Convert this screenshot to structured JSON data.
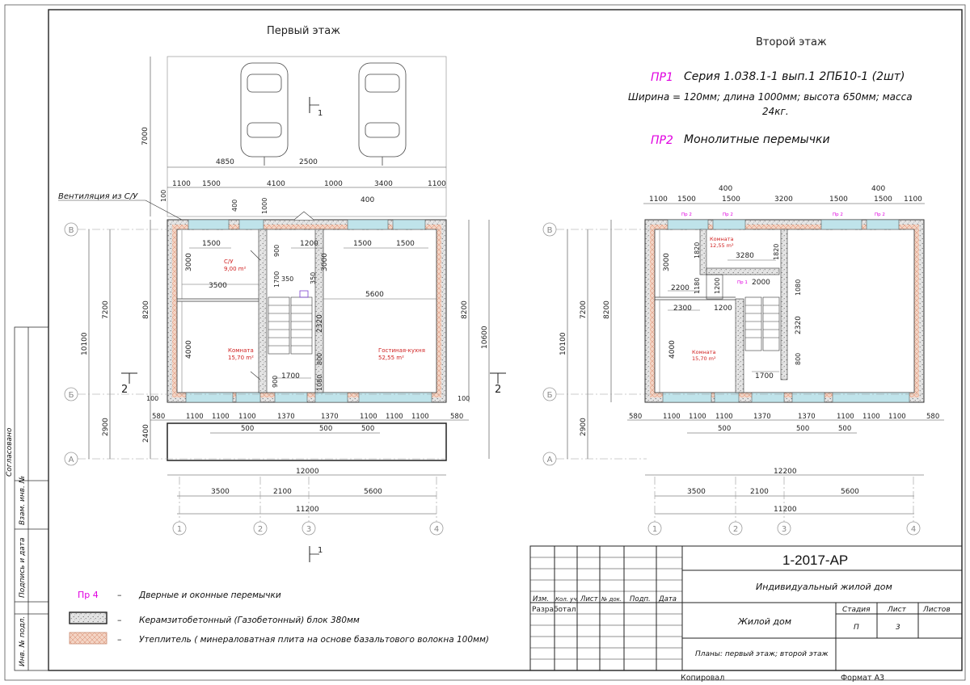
{
  "floor1": {
    "title": "Первый этаж",
    "vent_label": "Вентиляция из С/У",
    "rooms": {
      "su_name": "С/У",
      "su_area": "9,00 m²",
      "room_name": "Комната",
      "room_area": "15,70 m²",
      "living_name": "Гостиная-кухня",
      "living_area": "52,55 m²"
    },
    "dims": {
      "top_parking": "7000",
      "w4850": "4850",
      "w2500": "2500",
      "top_row": [
        "1100",
        "1500",
        "4100",
        "1000",
        "3400",
        "1100"
      ],
      "d400a": "400",
      "d1000": "1000",
      "d400b": "400",
      "d100": "100",
      "inner_1500a": "1500",
      "inner_1200": "1200",
      "inner_1500b": "1500",
      "inner_1500c": "1500",
      "inner_900a": "900",
      "inner_3000a": "3000",
      "inner_3000b": "3000",
      "inner_3500": "3500",
      "inner_1700a": "1700",
      "inner_350a": "350",
      "inner_350b": "350",
      "inner_5600": "5600",
      "inner_2320": "2320",
      "inner_4000": "4000",
      "inner_800": "800",
      "inner_900b": "900",
      "inner_1080": "1080",
      "inner_1700b": "1700",
      "left_10100": "10100",
      "left_7200": "7200",
      "left_8200": "8200",
      "left_2900": "2900",
      "left_2400": "2400",
      "right_8200": "8200",
      "right_10600": "10600",
      "d100l": "100",
      "d100r": "100",
      "bottom_row": [
        "580",
        "1100",
        "1100",
        "1100",
        "1370",
        "1370",
        "1100",
        "1100",
        "1100",
        "580"
      ],
      "bottom_500": [
        "500",
        "500",
        "500"
      ],
      "total_12000": "12000",
      "axis_row": [
        "3500",
        "2100",
        "5600"
      ],
      "total_11200": "11200"
    },
    "section_1": "1",
    "section_2": "2"
  },
  "floor2": {
    "title": "Второй этаж",
    "rooms": {
      "room1_name": "Комната",
      "room1_area": "12,55 m²",
      "room2_name": "Комната",
      "room2_area": "15,70 m²"
    },
    "lintels_label": "Пр 2",
    "pr1_small": "Пр 1",
    "dims": {
      "top_row": [
        "1100",
        "1500",
        "1500",
        "3200",
        "1500",
        "1500",
        "1100"
      ],
      "d400a": "400",
      "d400b": "400",
      "inner_1820a": "1820",
      "inner_1820b": "1820",
      "inner_3280": "3280",
      "inner_3000": "3000",
      "inner_1180": "1180",
      "inner_1200a": "1200",
      "inner_2200": "2200",
      "inner_2000": "2000",
      "inner_1080": "1080",
      "inner_2300": "2300",
      "inner_1200b": "1200",
      "inner_2320": "2320",
      "inner_4000": "4000",
      "inner_800": "800",
      "inner_1700": "1700",
      "left_10100": "10100",
      "left_7200": "7200",
      "left_8200": "8200",
      "left_2900": "2900",
      "bottom_row": [
        "580",
        "1100",
        "1100",
        "1100",
        "1370",
        "1370",
        "1100",
        "1100",
        "1100",
        "580"
      ],
      "bottom_500": [
        "500",
        "500",
        "500"
      ],
      "total_12200": "12200",
      "axis_row": [
        "3500",
        "2100",
        "5600"
      ],
      "total_11200": "11200"
    }
  },
  "axes": {
    "rows": [
      "В",
      "Б",
      "А"
    ],
    "cols": [
      "1",
      "2",
      "3",
      "4"
    ]
  },
  "notes": {
    "pr1_tag": "ПР1",
    "pr1_text": "Серия 1.038.1-1 вып.1   2ПБ10-1 (2шт)",
    "pr1_desc_l1": "Ширина = 120мм; длина 1000мм; высота 650мм; масса",
    "pr1_desc_l2": "24кг.",
    "pr2_tag": "ПР2",
    "pr2_text": "Монолитные перемычки"
  },
  "legend": {
    "pr4_tag": "Пр 4",
    "dash": "–",
    "pr4_text": "Дверные и оконные перемычки",
    "block_text": "Керамзитобетонный (Газобетонный) блок 380мм",
    "insul_text": "Утеплитель ( минераловатная плита на основе базальтового волокна 100мм)"
  },
  "stamp": {
    "code": "1-2017-АР",
    "project": "Индивидуальный жилой дом",
    "object": "Жилой дом",
    "sheet_title": "Планы: первый этаж; второй этаж",
    "cols": [
      "Изм.",
      "Кол. уч.",
      "Лист",
      "№ док.",
      "Подп.",
      "Дата"
    ],
    "developed": "Разработал",
    "stage_h": "Стадия",
    "sheet_h": "Лист",
    "sheets_h": "Листов",
    "stage_v": "П",
    "sheet_v": "3",
    "copied": "Копировал",
    "format": "Формат А3"
  },
  "side_stamp": [
    "Инв. № подл.",
    "Подпись и дата",
    "Взам. инв. №",
    "Согласовано"
  ],
  "colors": {
    "line": "#333333",
    "magenta": "#e000e0",
    "red": "#d02020",
    "window": "#9fd0d8",
    "insulation": "#e9b8a2",
    "concrete": "#cfcfcf",
    "axis": "#9a9a9a"
  }
}
